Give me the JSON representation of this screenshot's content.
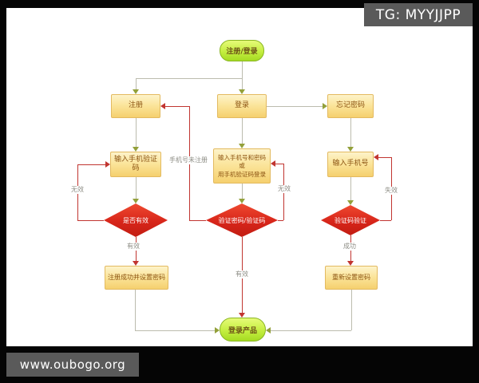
{
  "watermarks": {
    "top_right": "TG: MYYJJPP",
    "bottom_left": "www.oubogo.org"
  },
  "colors": {
    "frame": "#000000",
    "canvas": "#ffffff",
    "process_fill_top": "#fdf3ca",
    "process_fill_bottom": "#f5d06e",
    "process_border": "#e3ba60",
    "process_text": "#8c5413",
    "terminal_fill_top": "#e6fa78",
    "terminal_fill_bottom": "#a5db22",
    "terminal_border": "#8ab622",
    "decision_fill": "#d7251a",
    "decision_text": "#ffffff",
    "connector_gray": "#bcbcae",
    "connector_red": "#c13530",
    "arrow_olive": "#93a03a",
    "watermark_bg": "#5a5a5a"
  },
  "nodes": {
    "start": "注册/登录",
    "register": "注册",
    "login": "登录",
    "forgot_password": "忘记密码",
    "enter_phone_code": "输入手机验证码",
    "enter_phone_password": [
      "输入手机号和密码",
      "或",
      "用手机验证码登录"
    ],
    "enter_phone": "输入手机号",
    "is_valid": "是否有效",
    "verify_password_code": "验证密码/验证码",
    "verify_code": "验证码验证",
    "register_success": "注册成功并设置密码",
    "reset_password": "重新设置密码",
    "end": "登录产品"
  },
  "edge_labels": {
    "invalid_left": "无效",
    "valid_left": "有效",
    "phone_not_registered": "手机号未注册",
    "invalid_mid": "无效",
    "valid_mid": "有效",
    "expired": "失效",
    "success": "成功"
  }
}
